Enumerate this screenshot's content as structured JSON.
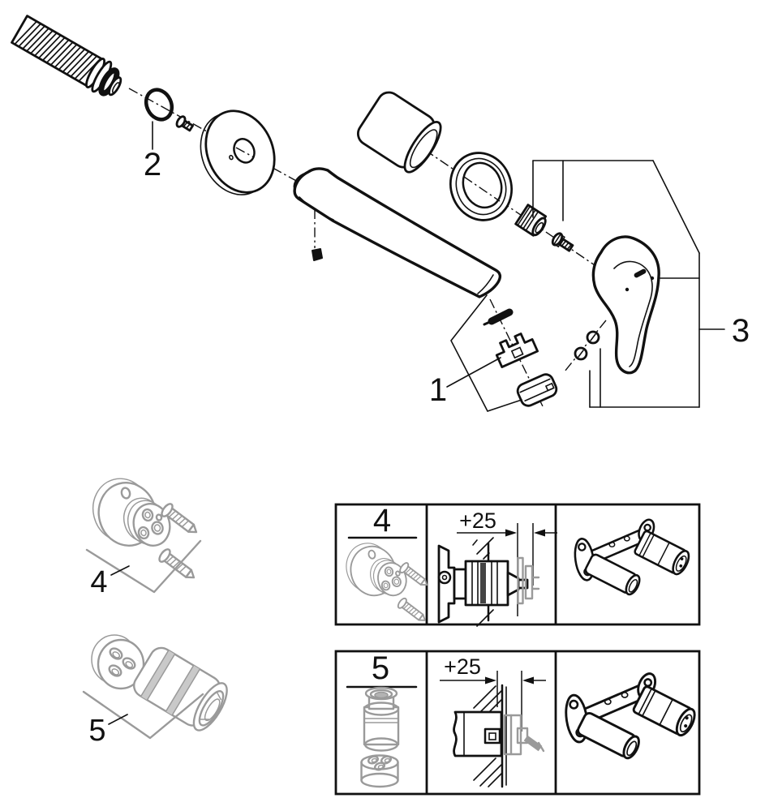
{
  "callouts": {
    "c1": {
      "label": "1"
    },
    "c2": {
      "label": "2"
    },
    "c3": {
      "label": "3"
    }
  },
  "legend": {
    "g4": {
      "label": "4"
    },
    "g5": {
      "label": "5"
    }
  },
  "boxes": {
    "b4": {
      "label": "4",
      "dimension": "+25"
    },
    "b5": {
      "label": "5",
      "dimension": "+25"
    }
  },
  "colors": {
    "line": "#111111",
    "muted": "#9a9a9a",
    "background": "#ffffff"
  }
}
